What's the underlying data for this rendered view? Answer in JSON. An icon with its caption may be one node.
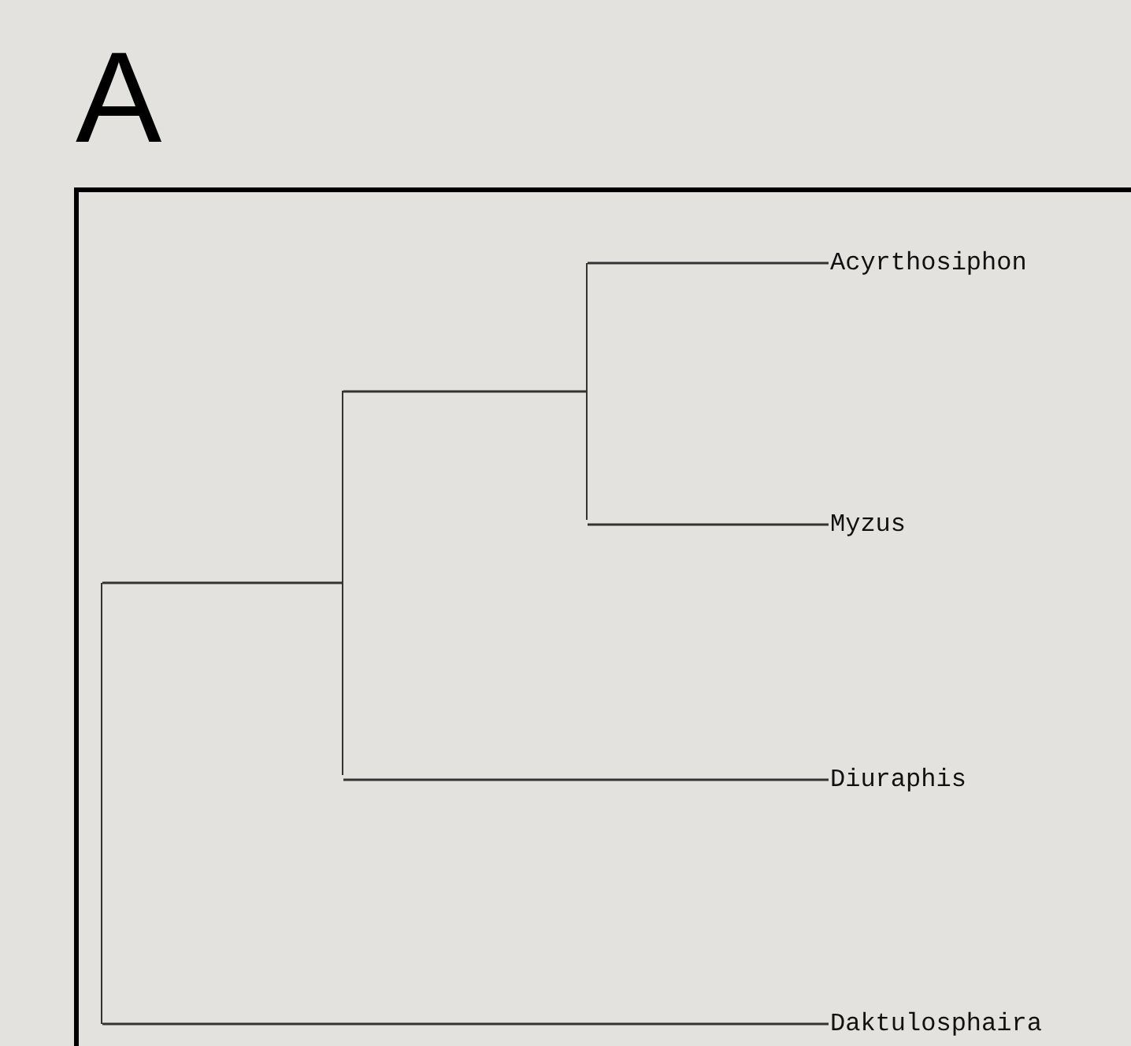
{
  "diagram": {
    "title": "A",
    "nodes": [
      {
        "text": [],
        "shape": "bar"
      },
      {
        "text": [],
        "shape": "bar"
      },
      {
        "text": [],
        "shape": "bar"
      },
      {
        "text": [
          "Acyrthosiphon"
        ]
      },
      {
        "text": [
          "Myzus"
        ]
      },
      {
        "text": [
          "Diuraphis"
        ]
      },
      {
        "text": [
          "Daktulosphaira"
        ]
      }
    ],
    "edges": [
      {
        "from": 0,
        "to": 1,
        "arrow": "none"
      },
      {
        "from": 0,
        "to": 6,
        "arrow": "none"
      },
      {
        "from": 1,
        "to": 2,
        "arrow": "none"
      },
      {
        "from": 1,
        "to": 5,
        "arrow": "none"
      },
      {
        "from": 2,
        "to": 3,
        "arrow": "none"
      },
      {
        "from": 2,
        "to": 4,
        "arrow": "none"
      }
    ]
  }
}
